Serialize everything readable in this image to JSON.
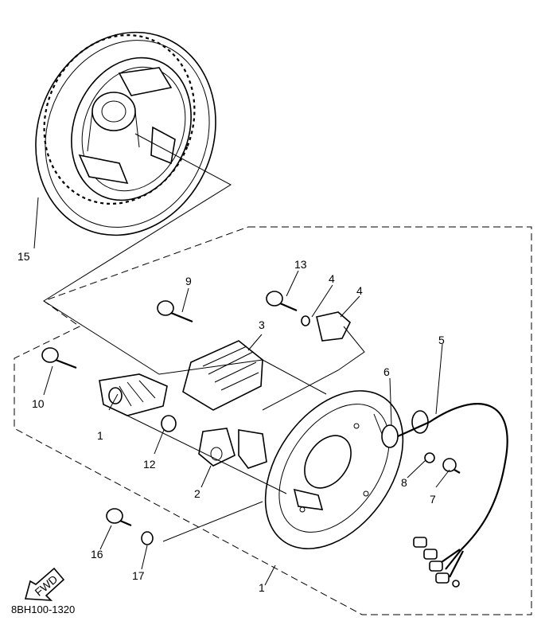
{
  "diagram_code": "8BH100-1320",
  "fwd_label": "FWD",
  "callouts": {
    "c1a": "1",
    "c1b": "1",
    "c2": "2",
    "c3": "3",
    "c4a": "4",
    "c4b": "4",
    "c5": "5",
    "c6": "6",
    "c7": "7",
    "c8": "8",
    "c9": "9",
    "c10": "10",
    "c12": "12",
    "c13": "13",
    "c15": "15",
    "c16": "16",
    "c17": "17"
  }
}
